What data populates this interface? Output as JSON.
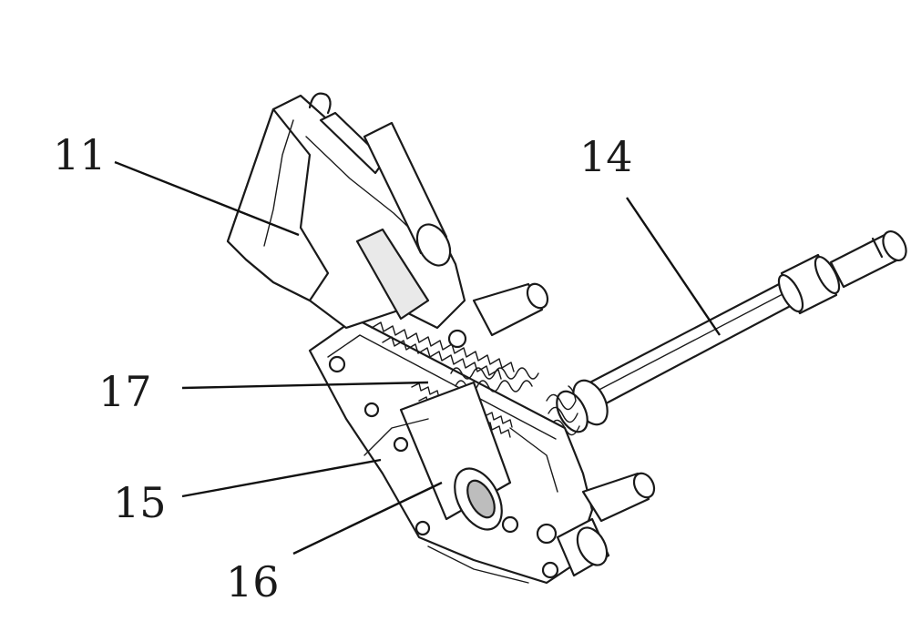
{
  "labels": {
    "part_11": "11",
    "part_14": "14",
    "part_15": "15",
    "part_16": "16",
    "part_17": "17"
  },
  "colors": {
    "line": "#1a1a1a",
    "background": "#ffffff"
  }
}
